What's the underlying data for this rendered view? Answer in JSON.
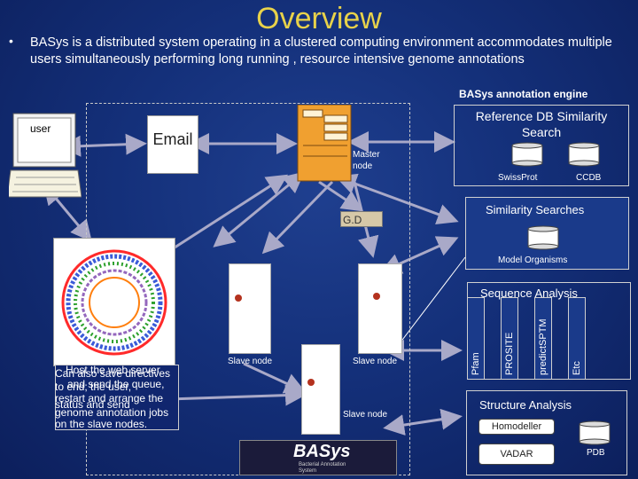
{
  "title": "Overview",
  "bullet": {
    "marker": "•",
    "text": "BASys is a distributed system operating in a clustered computing environment accommodates multiple users simultaneously performing long running , resource intensive genome annotations"
  },
  "engine": {
    "title": "BASys annotation engine"
  },
  "user": {
    "label": "user"
  },
  "email": {
    "label": "Email"
  },
  "master": {
    "label": "Master node"
  },
  "gd": {
    "label": "G.D"
  },
  "reference": {
    "title": "Reference DB Similarity Search",
    "db1": "SwissProt",
    "db2": "CCDB"
  },
  "similarity": {
    "title": "Similarity Searches",
    "db": "Model Organisms"
  },
  "sequence": {
    "title": "Sequence Analysis",
    "tools": [
      "Pfam",
      "PROSITE",
      "predictSPTM",
      "Etc"
    ]
  },
  "slaves": {
    "a": "Slave node",
    "b": "Slave node",
    "c": "Slave node"
  },
  "popup": {
    "line1": "Host the web server",
    "line2": "Can also save directives",
    "line3": "and send the queue,",
    "line4": "to end; the user,",
    "line5": "restart and arrange the",
    "line6": "status and send",
    "line7": "genome annotation jobs",
    "line8": "on the slave nodes."
  },
  "structure": {
    "title": "Structure Analysis",
    "tool1": "Homodeller",
    "tool2": "VADAR",
    "db": "PDB"
  },
  "logo": {
    "text": "BASys",
    "sub": "Bacterial Annotation System"
  },
  "colors": {
    "background": "#14307a",
    "title": "#e8d24a",
    "server": "#f0a030",
    "arrow": "#a9a9c8"
  }
}
